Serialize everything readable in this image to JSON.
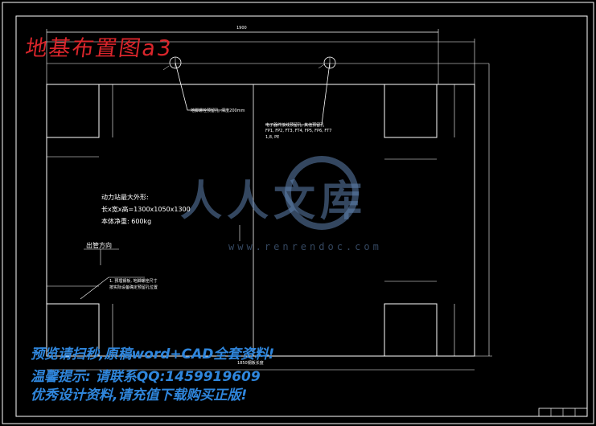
{
  "drawing": {
    "title": "地基布置图a3",
    "engine": {
      "heading": "动力站最大外形:",
      "dims": "长x宽x高=1300x1050x1300",
      "weight": "本体净重: 600kg"
    },
    "outlet": "出管方向",
    "note_top_left": "地脚螺栓预留孔, 深度200mm",
    "note_top_right": "电子器件接线预留孔, 其他预留孔",
    "note_top_right_2": "FP1, FP2, FT3, FT4, FP5, FP6, FT7",
    "note_top_right_3": "1,8, PE",
    "note_left_1": "1. 预埋钢板, 地脚螺栓尺寸",
    "note_left_2": "按实际设备确定预留孔位置",
    "dim_top": "1900",
    "dim_bottom": "1850钢板长度"
  },
  "watermark": {
    "logo_text": "人人文库",
    "logo_url": "www.renrendoc.com",
    "line1": "预览请扫秒,原稿word+CAD全套资料!",
    "line2": "温馨提示: 请联系QQ:1459919609",
    "line3": "优秀设计资料,请充值下载购买正版!"
  },
  "colors": {
    "background": "#000000",
    "lines": "#ffffff",
    "title": "#d9252b",
    "watermark": "#2f86dc"
  }
}
